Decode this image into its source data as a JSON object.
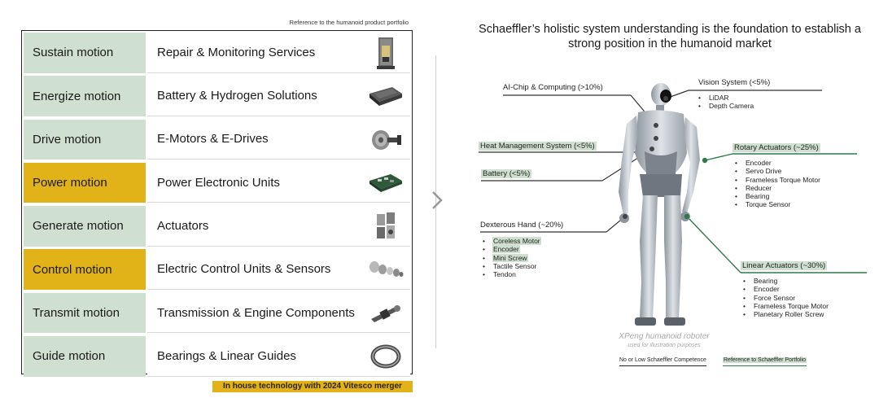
{
  "portfolio": {
    "reference_note": "Reference to the humanoid product portfolio",
    "rows": [
      {
        "category": "Sustain motion",
        "product": "Repair & Monitoring Services",
        "style": "green",
        "icon": "control-cabinet-icon"
      },
      {
        "category": "Energize motion",
        "product": "Battery & Hydrogen Solutions",
        "style": "green",
        "icon": "battery-pack-icon"
      },
      {
        "category": "Drive motion",
        "product": "E-Motors & E-Drives",
        "style": "green",
        "icon": "e-motor-icon"
      },
      {
        "category": "Power motion",
        "product": "Power Electronic Units",
        "style": "gold",
        "icon": "circuit-board-icon"
      },
      {
        "category": "Generate motion",
        "product": "Actuators",
        "style": "green",
        "icon": "actuator-icon"
      },
      {
        "category": "Control motion",
        "product": "Electric Control Units & Sensors",
        "style": "gold",
        "icon": "sensor-parts-icon"
      },
      {
        "category": "Transmit motion",
        "product": "Transmission & Engine Components",
        "style": "green",
        "icon": "shaft-icon"
      },
      {
        "category": "Guide motion",
        "product": "Bearings & Linear Guides",
        "style": "green",
        "icon": "bearing-ring-icon"
      }
    ],
    "vitesco_note": "In house technology with 2024 Vitesco merger"
  },
  "headline": {
    "line1": "Schaeffler’s holistic system understanding is the foundation to establish a",
    "line2": "strong position in the humanoid market"
  },
  "robot_labels": {
    "ai_chip": "AI-Chip & Computing (>10%)",
    "vision": {
      "title": "Vision System (<5%)",
      "items": [
        "LiDAR",
        "Depth Camera"
      ]
    },
    "heat": "Heat Management System (<5%)",
    "battery": "Battery (<5%)",
    "rotary": {
      "title": "Rotary Actuators (~25%)",
      "items": [
        "Encoder",
        "Servo Drive",
        "Frameless Torque Motor",
        "Reducer",
        "Bearing",
        "Torque Sensor"
      ]
    },
    "hand": {
      "title": "Dexterous Hand (~20%)",
      "items": [
        "Coreless Motor",
        "Encoder",
        "Mini Screw",
        "Tactile Sensor",
        "Tendon"
      ],
      "highlighted": [
        0,
        1,
        2
      ]
    },
    "linear": {
      "title": "Linear Actuators (~30%)",
      "items": [
        "Bearing",
        "Encoder",
        "Force Sensor",
        "Frameless Torque Motor",
        "Planetary Roller Screw"
      ]
    }
  },
  "caption": {
    "line1": "XPeng humanoid roboter",
    "line2": "used for illustration purposes"
  },
  "legend": {
    "no_competence": "No or Low Schaeffler Competence",
    "reference": "Reference to Schaeffler Portfolio"
  },
  "colors": {
    "green_cell": "#cfe0d0",
    "gold_cell": "#e2b318",
    "accent_green": "#2e7a4a",
    "text": "#1a1a1a"
  }
}
